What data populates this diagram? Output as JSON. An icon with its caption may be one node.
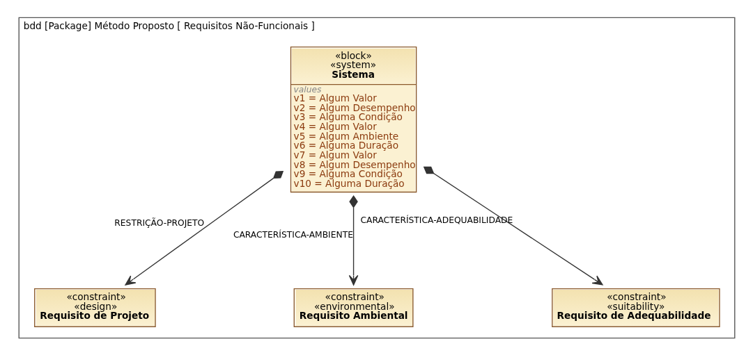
{
  "diagram": {
    "nodes": [
      {
        "text": [
          "bdd [Package] Método Proposto [ Requisitos Não-Funcionais ]"
        ]
      },
      {
        "text": [
          "«block»",
          "«system»",
          "Sistema",
          "values",
          "v1 = Algum Valor",
          "v2 = Algum Desempenho",
          "v3 = Alguma Condição",
          "v4 = Algum Valor",
          "v5 = Algum Ambiente",
          "v6 = Alguma Duração",
          "v7 = Algum Valor",
          "v8 = Algum Desempenho",
          "v9 = Alguma Condição",
          "v10 = Alguma Duração"
        ],
        "in": 0
      },
      {
        "text": [
          "«constraint»",
          "«design»",
          "Requisito de Projeto"
        ],
        "in": 0
      },
      {
        "text": [
          "«constraint»",
          "«environmental»",
          "Requisito Ambiental"
        ],
        "in": 0
      },
      {
        "text": [
          "«constraint»",
          "«suitability»",
          "Requisito de Adequabilidade"
        ],
        "in": 0
      }
    ],
    "edges": [
      {
        "from": 1,
        "to": 2,
        "arrow": "to",
        "label": "RESTRIÇÃO-PROJETO"
      },
      {
        "from": 1,
        "to": 3,
        "arrow": "to",
        "label": "CARACTERÍSTICA-AMBIENTE"
      },
      {
        "from": 1,
        "to": 4,
        "arrow": "to",
        "label": "CARACTERÍSTICA-ADEQUABILIDADE"
      }
    ]
  }
}
